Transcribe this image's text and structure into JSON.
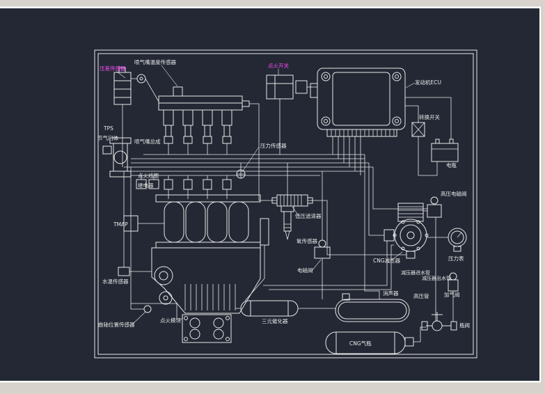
{
  "window": {
    "chrome_color": "#d7d3cc",
    "canvas_color": "#232834",
    "line_color": "#e9e9e9",
    "highlight_color": "#ff4dff"
  },
  "labels": [
    {
      "text": "压差传感器",
      "color": "#ff4dff"
    },
    {
      "text": "喷气嘴温度传感器",
      "color": "#e9e9e9"
    },
    {
      "text": "点火开关",
      "color": "#ff4dff"
    },
    {
      "text": "发动机ECU",
      "color": "#e9e9e9"
    },
    {
      "text": "转换开关",
      "color": "#e9e9e9"
    },
    {
      "text": "TPS",
      "color": "#e9e9e9"
    },
    {
      "text": "节气门体",
      "color": "#e9e9e9"
    },
    {
      "text": "喷气嘴总成",
      "color": "#e9e9e9"
    },
    {
      "text": "压力传感器",
      "color": "#e9e9e9"
    },
    {
      "text": "点火线圈",
      "color": "#e9e9e9"
    },
    {
      "text": "继电器",
      "color": "#e9e9e9"
    },
    {
      "text": "TMAP",
      "color": "#e9e9e9"
    },
    {
      "text": "低压滤清器",
      "color": "#e9e9e9"
    },
    {
      "text": "氧传感器",
      "color": "#e9e9e9"
    },
    {
      "text": "电磁阀",
      "color": "#e9e9e9"
    },
    {
      "text": "水温传感器",
      "color": "#e9e9e9"
    },
    {
      "text": "曲轴位置传感器",
      "color": "#e9e9e9"
    },
    {
      "text": "点火模块",
      "color": "#e9e9e9"
    },
    {
      "text": "三元催化器",
      "color": "#e9e9e9"
    },
    {
      "text": "电瓶",
      "color": "#e9e9e9"
    },
    {
      "text": "高压电磁阀",
      "color": "#e9e9e9"
    },
    {
      "text": "CNG减压器",
      "color": "#e9e9e9"
    },
    {
      "text": "压力表",
      "color": "#e9e9e9"
    },
    {
      "text": "减压器进水管",
      "color": "#e9e9e9"
    },
    {
      "text": "减压器出水管",
      "color": "#e9e9e9"
    },
    {
      "text": "高压管",
      "color": "#e9e9e9"
    },
    {
      "text": "加气阀",
      "color": "#e9e9e9"
    },
    {
      "text": "瓶阀",
      "color": "#e9e9e9"
    },
    {
      "text": "消声器",
      "color": "#e9e9e9"
    },
    {
      "text": "CNG气瓶",
      "color": "#e9e9e9"
    }
  ]
}
